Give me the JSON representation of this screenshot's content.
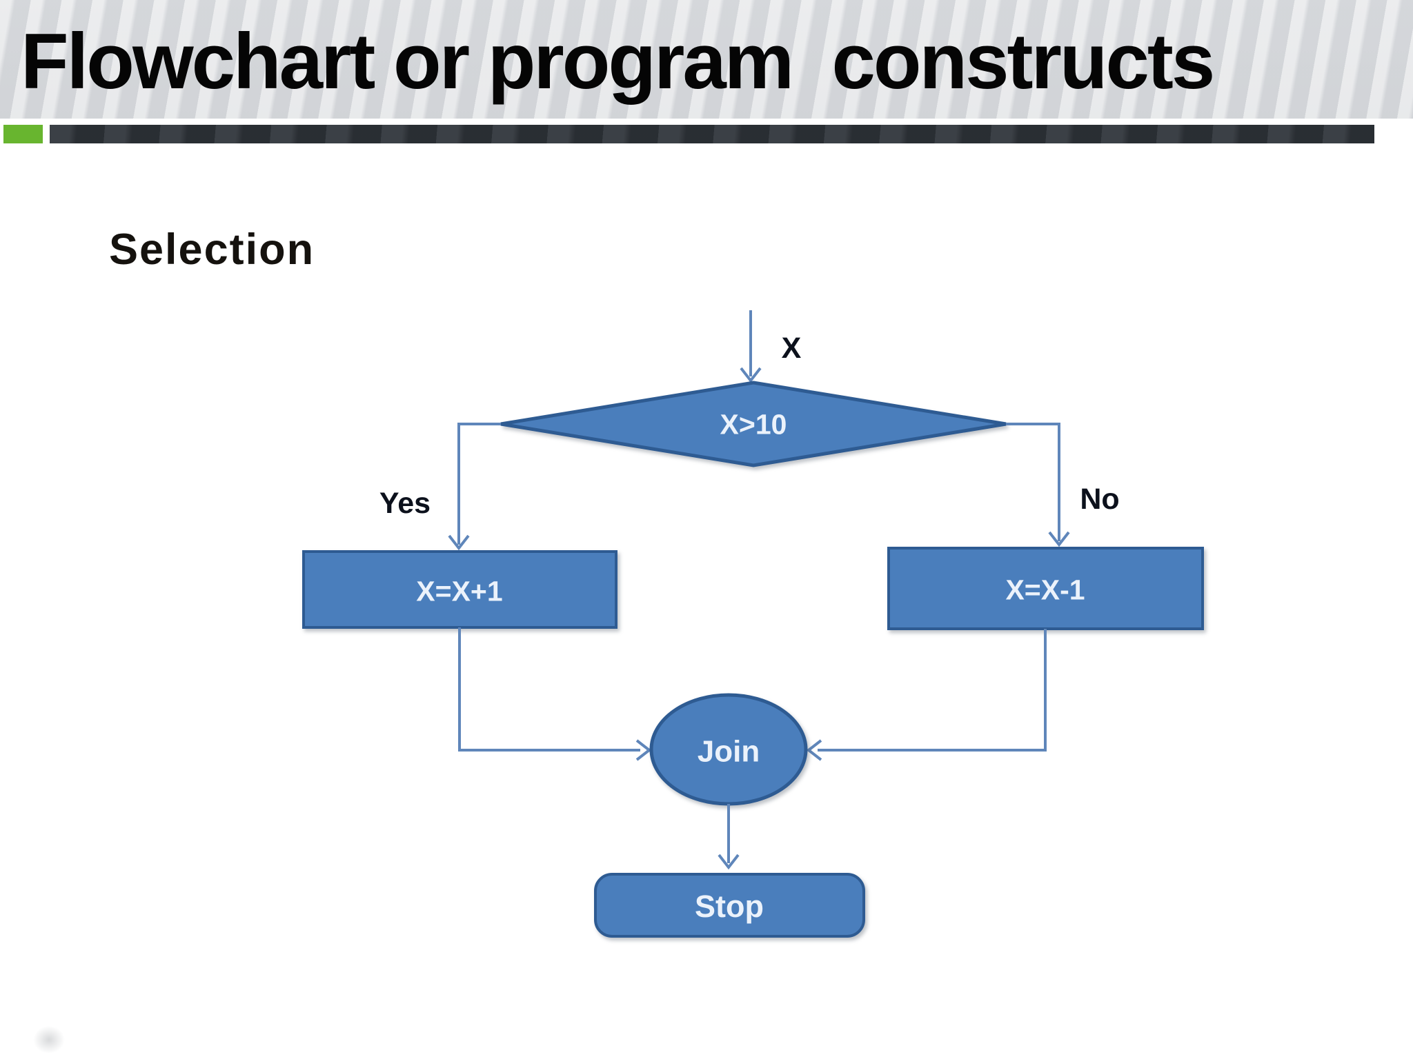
{
  "slide": {
    "title": "Flowchart or program  constructs",
    "section_heading": "Selection"
  },
  "colors": {
    "header_bg": "#d9dbde",
    "accent_green": "#68b52f",
    "divider_bar": "#2f343a",
    "shape_fill": "#4a7ebc",
    "shape_border": "#2e5b92",
    "shape_text": "#ebf2fb",
    "connector": "#5f86ba",
    "edge_label_text": "#0c111c"
  },
  "flowchart": {
    "input_label": "X",
    "decision_label": "X>10",
    "yes_label": "Yes",
    "no_label": "No",
    "yes_process_label": "X=X+1",
    "no_process_label": "X=X-1",
    "join_label": "Join",
    "stop_label": "Stop"
  }
}
